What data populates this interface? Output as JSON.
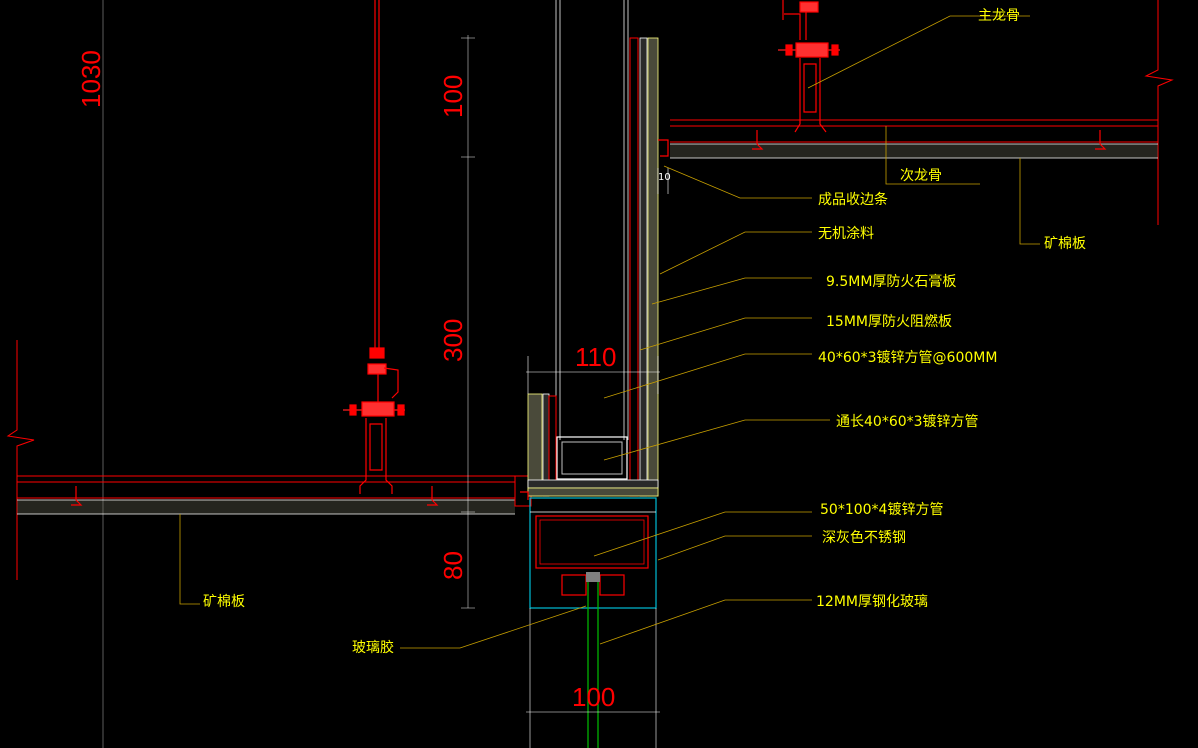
{
  "colors": {
    "background": "#000000",
    "dimension": "#ff0000",
    "label": "#ffff00",
    "leader": "#c8a000",
    "glass": "#00c000",
    "steel": "#00bcd4",
    "board": "#ff6040"
  },
  "dimensions": {
    "d1030": "1030",
    "d100_top": "100",
    "d300": "300",
    "d80": "80",
    "d110": "110",
    "d100_bottom": "100",
    "d10": "10"
  },
  "labels": {
    "main_keel": "主龙骨",
    "secondary_keel": "次龙骨",
    "edge_strip": "成品收边条",
    "mineral_board_right": "矿棉板",
    "inorganic_coating": "无机涂料",
    "gypsum_board": "9.5MM厚防火石膏板",
    "fire_board": "15MM厚防火阻燃板",
    "square_tube": "40*60*3镀锌方管@600MM",
    "long_tube": "通长40*60*3镀锌方管",
    "big_tube": "50*100*4镀锌方管",
    "stainless": "深灰色不锈钢",
    "glass": "12MM厚钢化玻璃",
    "mineral_board_left": "矿棉板",
    "glass_glue": "玻璃胶"
  }
}
